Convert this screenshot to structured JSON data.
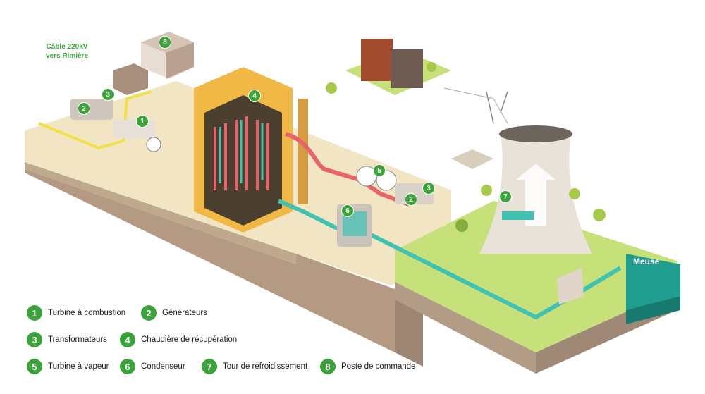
{
  "cable_label_line1": "Câble 220kV",
  "cable_label_line2": "vers Rimière",
  "river_label": "Meuse",
  "badges": [
    "8",
    "4",
    "3",
    "2",
    "1",
    "5",
    "3",
    "2",
    "6",
    "7"
  ],
  "legend": [
    {
      "num": "1",
      "label": "Turbine à combustion"
    },
    {
      "num": "2",
      "label": "Générateurs"
    },
    {
      "num": "3",
      "label": "Transformateurs"
    },
    {
      "num": "4",
      "label": "Chaudière de récupération"
    },
    {
      "num": "5",
      "label": "Turbine à vapeur"
    },
    {
      "num": "6",
      "label": "Condenseur"
    },
    {
      "num": "7",
      "label": "Tour de refroidissement"
    },
    {
      "num": "8",
      "label": "Poste de commande"
    }
  ],
  "colors": {
    "green": "#3aa339",
    "hot": "#e8636a",
    "cold": "#3fc2b2",
    "power": "#f2e04a",
    "ground": "#f2e6c8",
    "grass": "#c6e07a",
    "river": "#1f9e8f"
  }
}
